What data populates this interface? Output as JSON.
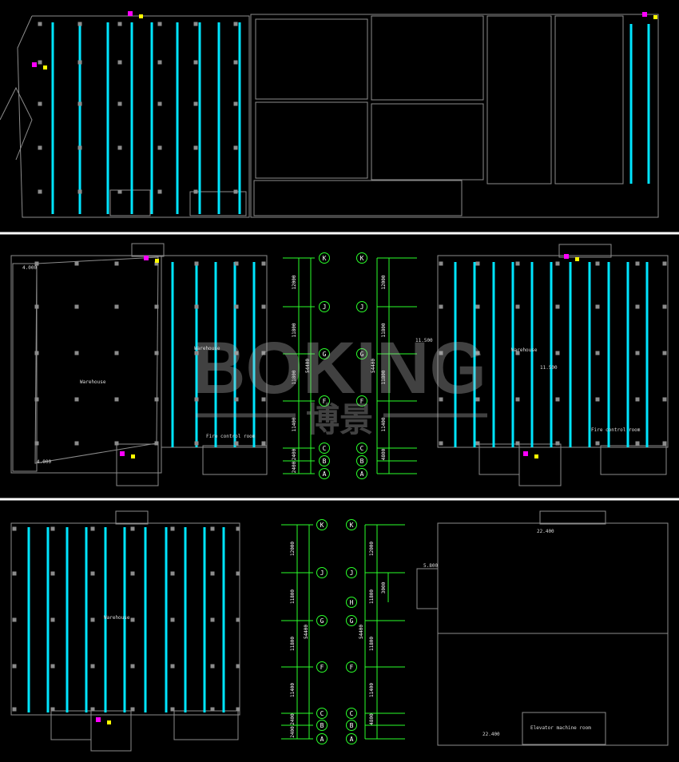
{
  "drawing": {
    "grid_axes": [
      "K",
      "J",
      "G",
      "F",
      "C",
      "B",
      "A"
    ],
    "grid_axes_third": [
      "K",
      "J",
      "H",
      "G",
      "F",
      "C",
      "B",
      "A"
    ],
    "dimensions_left": [
      "12000",
      "11800",
      "11800",
      "11400",
      "2400",
      "2400"
    ],
    "dimensions_right": [
      "12000",
      "11800",
      "11800",
      "11400",
      "4800"
    ],
    "total_dimension": "54400",
    "small_dimension": "3000",
    "elevations": [
      "11.500",
      "11.500",
      "22.400",
      "22.400",
      "5.800",
      "4.000",
      "4.000"
    ],
    "room_labels": [
      "Warehouse",
      "Warehouse",
      "Warehouse",
      "Warehouse",
      "Fire control room",
      "Fire control room",
      "Elevator machine room"
    ],
    "watermark": {
      "brand": "BOKING",
      "cn": "博景"
    }
  },
  "colors": {
    "cyan": "#00e5ff",
    "green": "#2aff2a",
    "gray": "#8c8c8c",
    "magenta": "#ff00ff",
    "yellow": "#ffff00",
    "white": "#ffffff"
  }
}
